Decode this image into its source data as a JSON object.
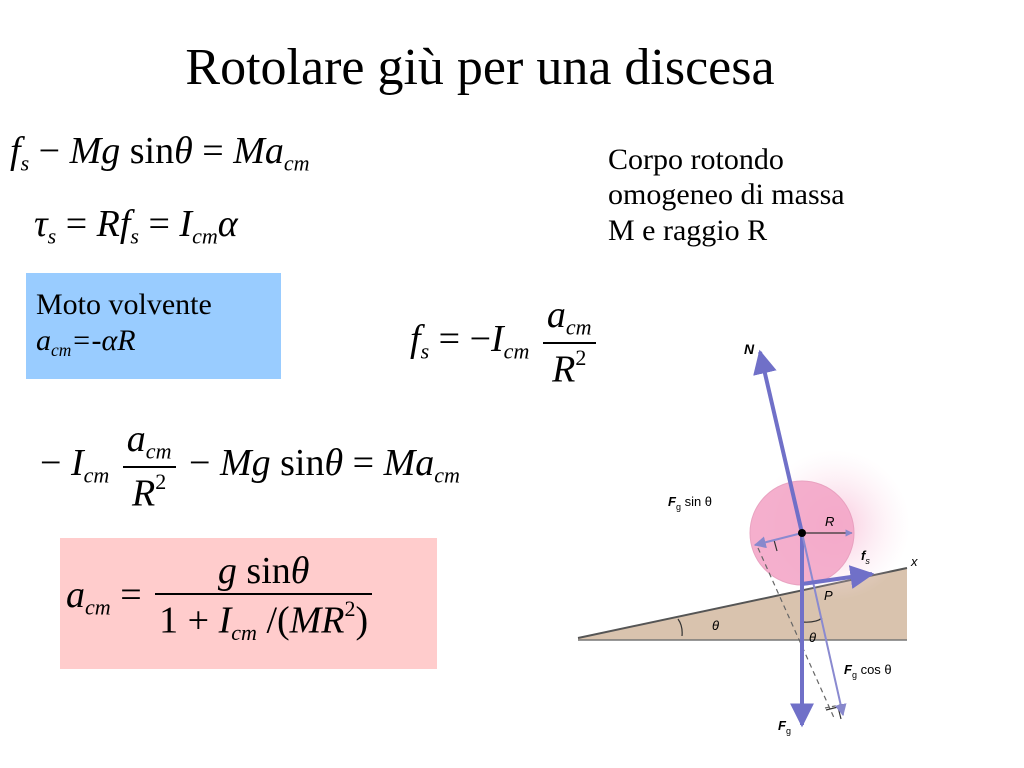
{
  "slide": {
    "title": "Rotolare giù per una discesa"
  },
  "description": {
    "line1": "Corpo rotondo",
    "line2": "omogeneo di massa",
    "line3": "M e raggio R"
  },
  "rolling_box": {
    "title": "Moto volvente",
    "condition_a": "a",
    "condition_sub": "cm",
    "condition_rest": "=-αR"
  },
  "equations": {
    "eq1": {
      "f": "f",
      "s": "s",
      "minus": " − ",
      "Mg": "Mg",
      "sin": " sin",
      "theta": "θ",
      "eq": " = ",
      "Ma": "Ma",
      "cm": "cm"
    },
    "eq2": {
      "tau": "τ",
      "s": "s",
      "eq1": " = ",
      "R": "R",
      "f": "f",
      "s2": "s",
      "eq2": " = ",
      "I": "I",
      "cm": "cm",
      "alpha": "α"
    },
    "eq3": {
      "f": "f",
      "s": "s",
      "eq": " = −",
      "I": "I",
      "cm": "cm",
      "num_a": "a",
      "num_cm": "cm",
      "den_R": "R",
      "den_exp": "2"
    },
    "eq4": {
      "minus": "− ",
      "I": "I",
      "cm": "cm",
      "num_a": "a",
      "num_cm": "cm",
      "den_R": "R",
      "den_exp": "2",
      "minus2": " − ",
      "Mg": "Mg",
      "sin": " sin",
      "theta": "θ",
      "eq": " = ",
      "Ma": "Ma",
      "cm2": "cm"
    },
    "eq5": {
      "a": "a",
      "cm": "cm",
      "eq": " = ",
      "num_g": "g",
      "num_sin": " sin",
      "num_theta": "θ",
      "den_one": "1",
      "den_plus": " + ",
      "den_I": "I",
      "den_cm": "cm",
      "den_slash": " /(",
      "den_MR": "MR",
      "den_exp": "2",
      "den_close": ")"
    }
  },
  "diagram": {
    "label_N": "N",
    "label_Fg_sin": "F",
    "label_Fg_sin_sub": "g",
    "label_Fg_sin_rest": " sin θ",
    "label_R": "R",
    "label_fs": "f",
    "label_fs_sub": "s",
    "label_x": "x",
    "label_P": "P",
    "label_theta1": "θ",
    "label_theta2": "θ",
    "label_Fg_cos": "F",
    "label_Fg_cos_sub": "g",
    "label_Fg_cos_rest": " cos θ",
    "label_Fg": "F",
    "label_Fg_sub": "g",
    "colors": {
      "disk": "#f4a7c8",
      "incline": "#d9c3ae",
      "vector": "#7070c8",
      "dashed": "#666666"
    }
  }
}
